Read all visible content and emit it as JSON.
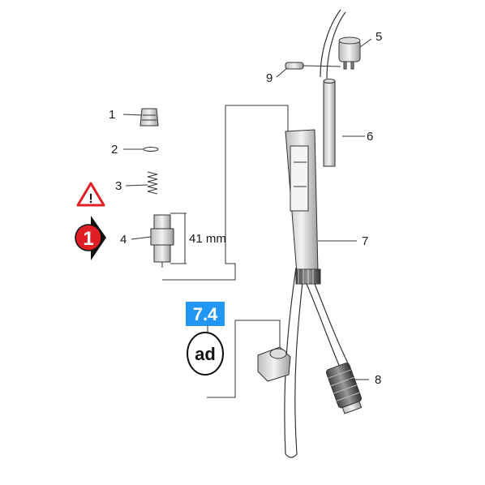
{
  "diagram": {
    "callouts": [
      {
        "id": "1",
        "label": "1"
      },
      {
        "id": "2",
        "label": "2"
      },
      {
        "id": "3",
        "label": "3"
      },
      {
        "id": "4",
        "label": "4"
      },
      {
        "id": "5",
        "label": "5"
      },
      {
        "id": "6",
        "label": "6"
      },
      {
        "id": "7",
        "label": "7"
      },
      {
        "id": "8",
        "label": "8"
      },
      {
        "id": "9",
        "label": "9"
      }
    ],
    "dimension_label": "41 mm",
    "reference_badge": "7.4",
    "ad_badge": "ad",
    "warning_symbol": "!",
    "step_badge": "1",
    "colors": {
      "reference_badge": "#2196f3",
      "step_badge": "#e01e25",
      "warning_border": "#e01e25",
      "line": "#333333"
    }
  }
}
